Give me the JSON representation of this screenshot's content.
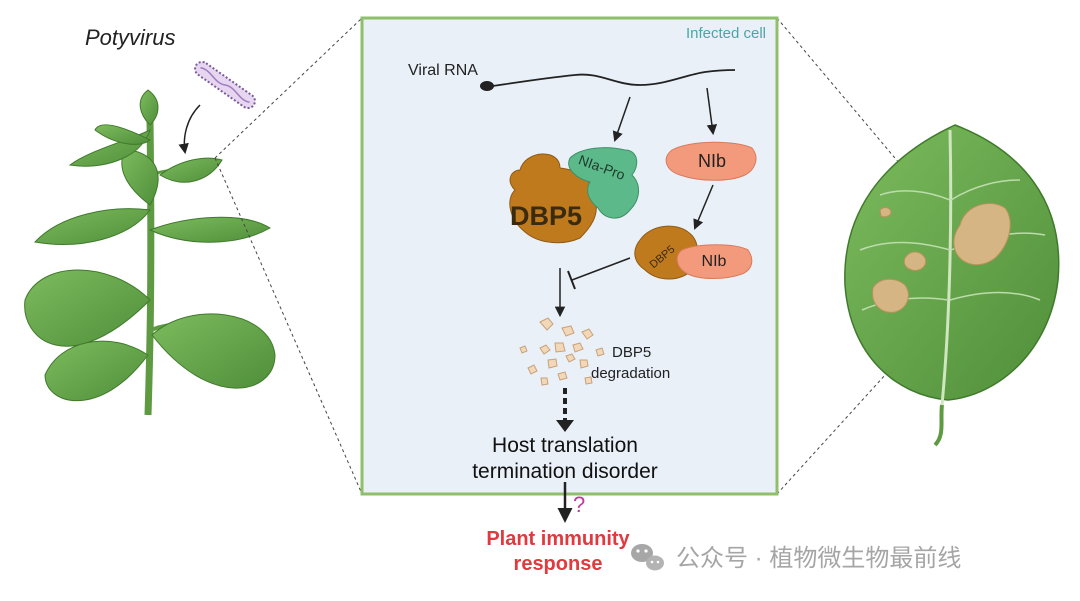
{
  "plant_label": "Potyvirus",
  "cell": {
    "label": "Infected cell",
    "viral_rna_label": "Viral RNA",
    "dbp5_label": "DBP5",
    "nia_pro_label": "NIa-Pro",
    "nib_label": "NIb",
    "complex_dbp5_label": "DBP5",
    "complex_nib_label": "NIb",
    "degradation_line1": "DBP5",
    "degradation_line2": "degradation",
    "outcome_line1": "Host translation",
    "outcome_line2": "termination disorder"
  },
  "result": {
    "question_mark": "?",
    "line1": "Plant immunity",
    "line2": "response"
  },
  "watermark": "公众号 · 植物微生物最前线",
  "colors": {
    "cell_border": "#8fbf6a",
    "cell_fill": "#e9f0f8",
    "dbp5": "#c07a1e",
    "nia_pro": "#5bb98a",
    "nib": "#f39a7c",
    "cell_label": "#4aa6a6",
    "result_text": "#e0393e",
    "question": "#c0399e",
    "leaf": "#6aa84f",
    "leaf_dark": "#4e8a38"
  }
}
